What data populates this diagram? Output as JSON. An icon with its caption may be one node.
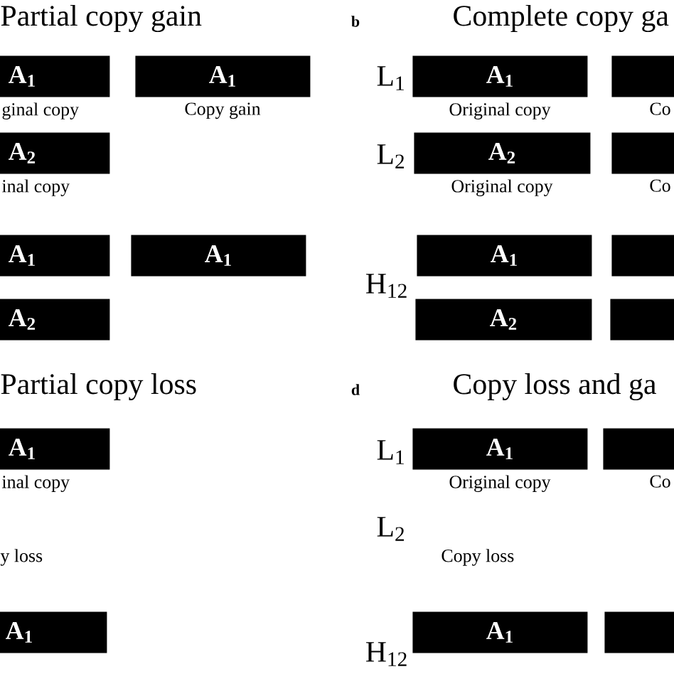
{
  "diagram": {
    "nodes": [
      {
        "text": [
          "A$_{1}$"
        ],
        "beside": [
          "ginal copy"
        ]
      },
      {
        "text": [
          "A$_{1}$"
        ],
        "beside": [
          "Copy gain"
        ]
      },
      {
        "text": [
          "A$_{2}$"
        ],
        "beside": [
          "inal copy"
        ]
      },
      {
        "text": [
          "A$_{1}$"
        ]
      },
      {
        "text": [
          "A$_{1}$"
        ]
      },
      {
        "text": [
          "A$_{2}$"
        ]
      },
      {
        "text": [
          "A$_{1}$"
        ],
        "beside": [
          "Original copy"
        ]
      },
      {
        "text": [],
        "shape": "box",
        "beside": [
          "Co"
        ]
      },
      {
        "text": [
          "A$_{2}$"
        ],
        "beside": [
          "Original copy"
        ]
      },
      {
        "text": [],
        "shape": "box",
        "beside": [
          "Co"
        ]
      },
      {
        "text": [
          "A$_{1}$"
        ]
      },
      {
        "text": [],
        "shape": "box"
      },
      {
        "text": [
          "A$_{2}$"
        ]
      },
      {
        "text": [],
        "shape": "box"
      },
      {
        "text": [
          "A$_{1}$"
        ],
        "beside": [
          "inal copy"
        ]
      },
      {
        "text": [
          "A$_{1}$"
        ]
      },
      {
        "text": [
          "A$_{1}$"
        ],
        "beside": [
          "Original copy"
        ]
      },
      {
        "text": [],
        "shape": "box",
        "beside": [
          "Co"
        ]
      },
      {
        "text": [
          "A$_{1}$"
        ]
      },
      {
        "text": [],
        "shape": "box"
      }
    ],
    "labels": [
      "Partial copy gain",
      "b",
      "Complete copy ga",
      "L$_{1}$",
      "L$_{2}$",
      "H$_{12}$",
      "Partial copy loss",
      "y loss",
      "d",
      "Copy loss and ga",
      "L$_{1}$",
      "L$_{2}$",
      "Copy loss",
      "H$_{12}$"
    ]
  }
}
